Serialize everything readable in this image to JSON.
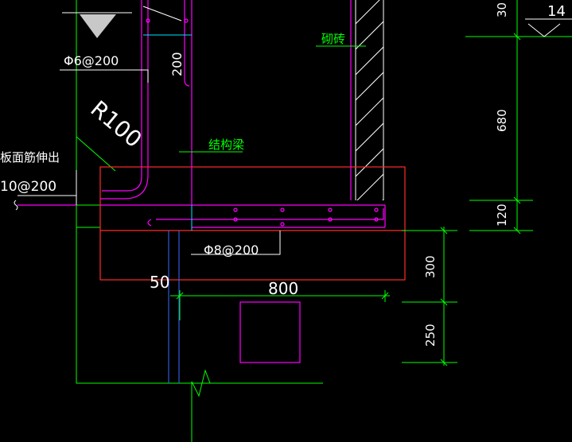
{
  "drawing": {
    "background": "#000000",
    "colors": {
      "concrete_outline": "#ff2a2a",
      "rebar": "#ff00ff",
      "wall_line": "#00ff00",
      "dimension": "#00ff00",
      "blue_line": "#3a6bff",
      "cyan_line": "#00e5ff",
      "text_white": "#ffffff",
      "text_green": "#00ff00"
    },
    "labels": {
      "top_rebar": "Φ6@200",
      "spacing_200": "200",
      "radius": "R100",
      "brick": "砌砖",
      "structural_beam": "结构梁",
      "slab_rebar_extend": "板面筋伸出",
      "slab_rebar_spec": "10@200",
      "bottom_rebar": "Φ8@200",
      "dim_50": "50",
      "dim_800": "800",
      "dim_300_top": "30",
      "dim_680": "680",
      "dim_120": "120",
      "dim_300": "300",
      "dim_250": "250",
      "elevation": "14"
    }
  }
}
